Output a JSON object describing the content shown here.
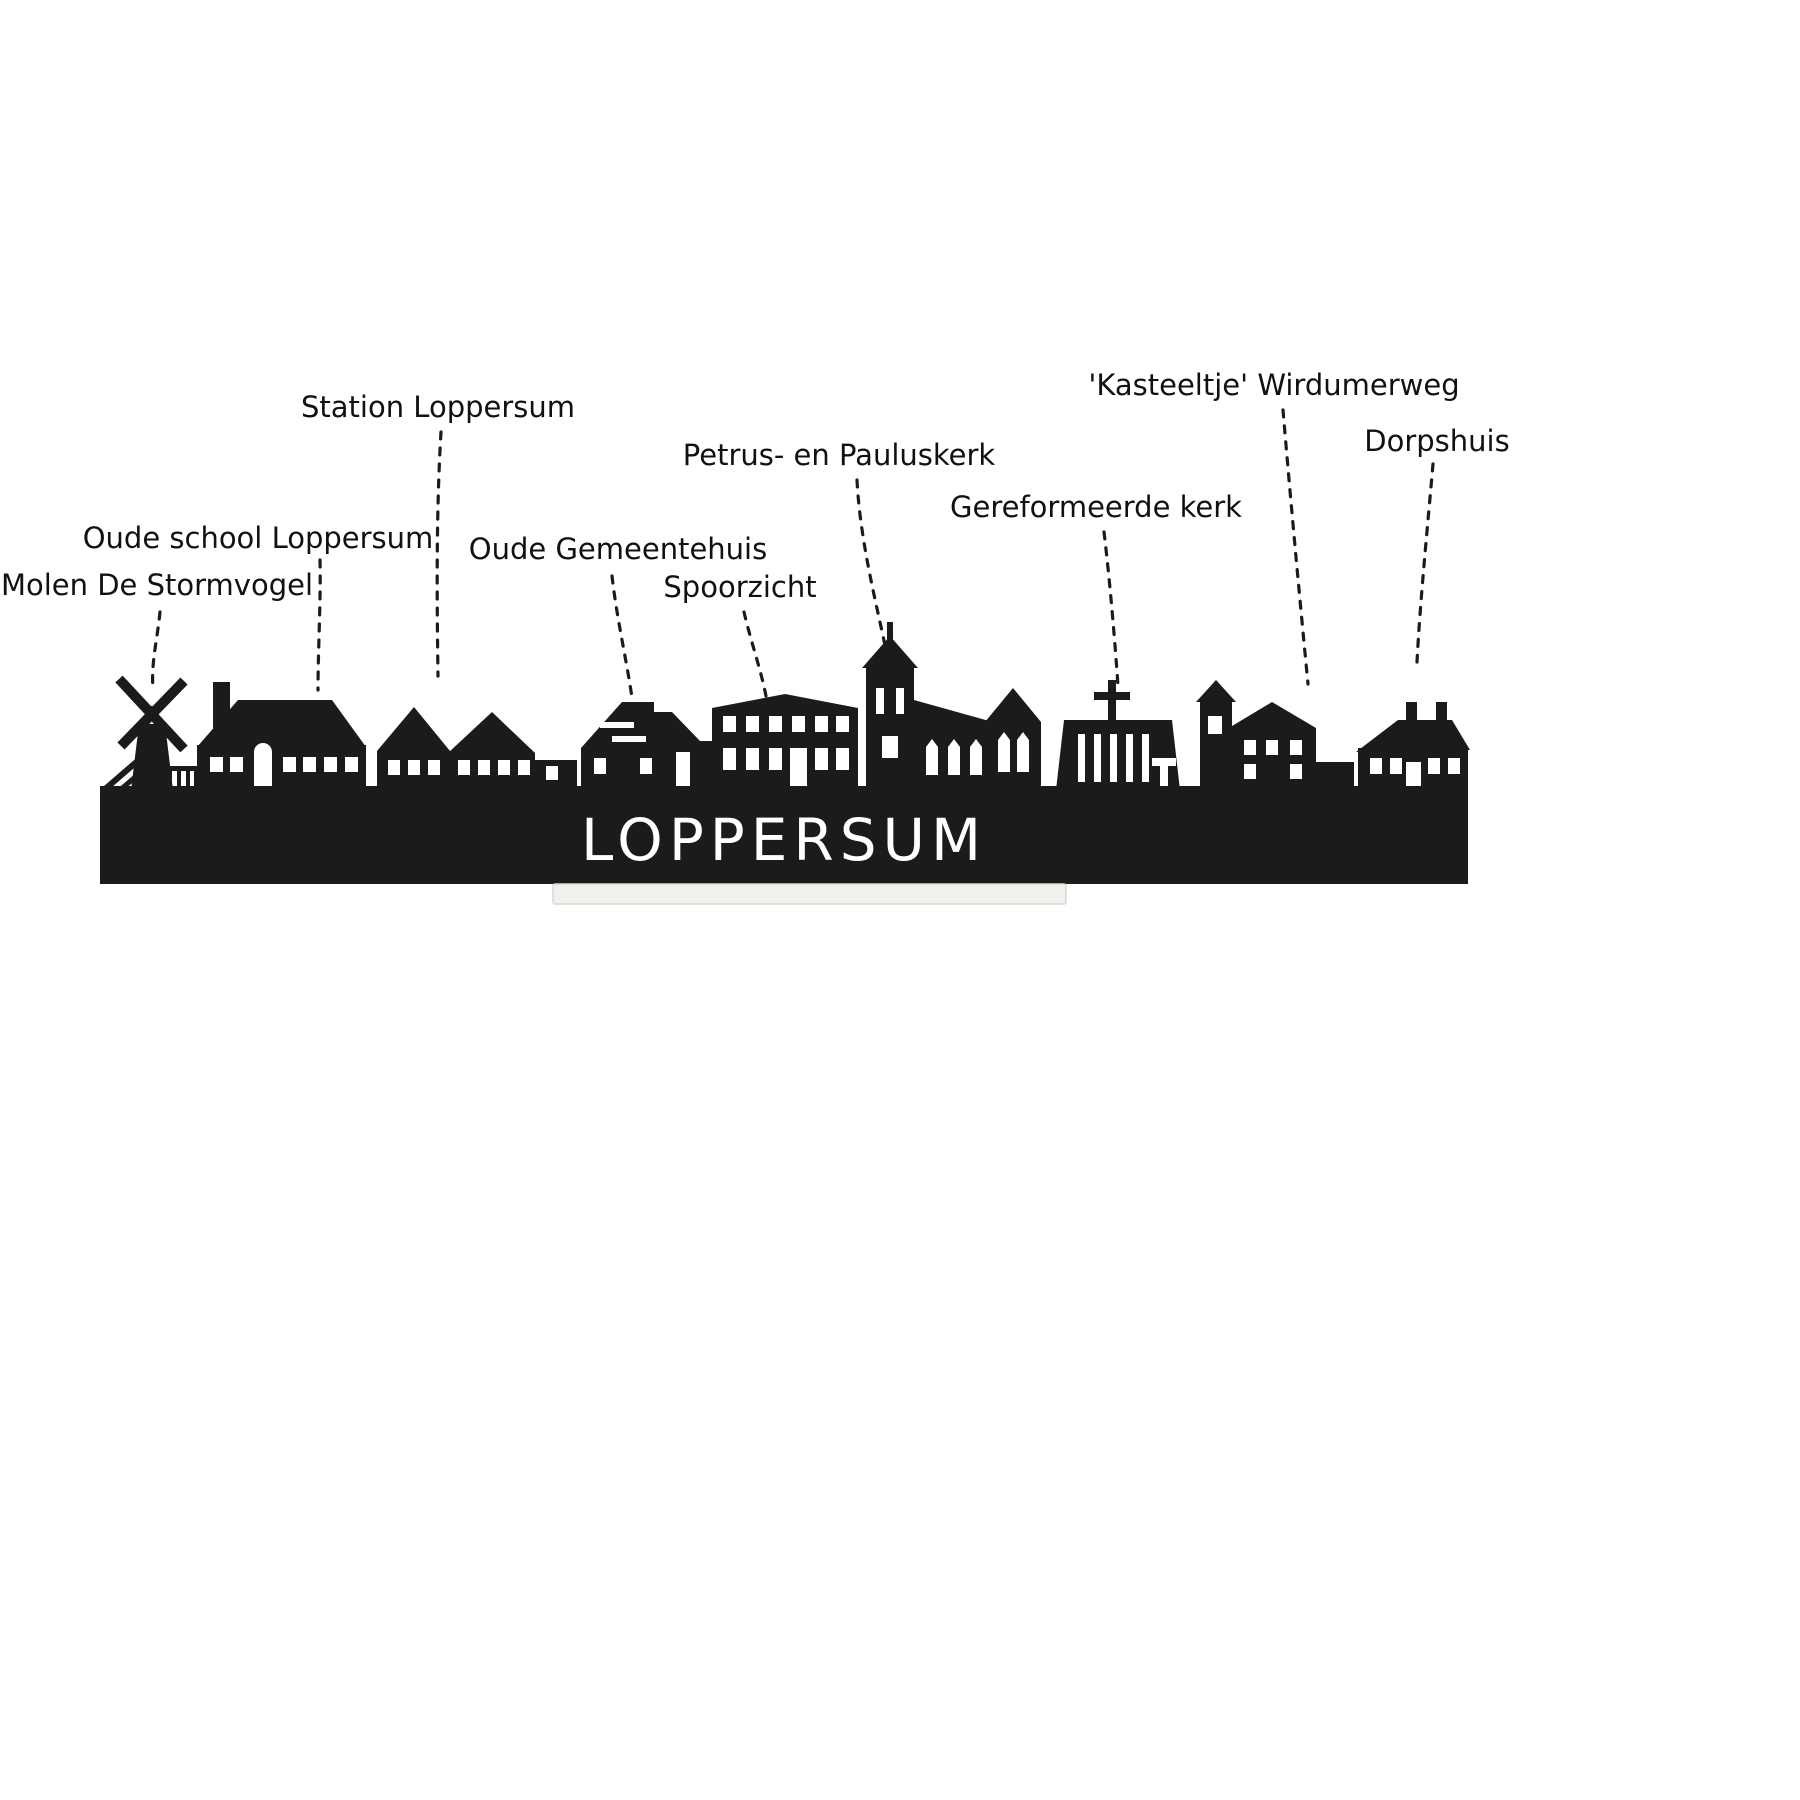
{
  "artwork": {
    "title": "LOPPERSUM",
    "colors": {
      "silhouette": "#1b1b1b",
      "background": "#ffffff",
      "stand": "#f2f0ed",
      "label_text": "#111111"
    },
    "labels": [
      {
        "id": "molen-de-stormvogel",
        "text": "Molen De Stormvogel"
      },
      {
        "id": "oude-school-loppersum",
        "text": "Oude school Loppersum"
      },
      {
        "id": "station-loppersum",
        "text": "Station Loppersum"
      },
      {
        "id": "oude-gemeentehuis",
        "text": "Oude Gemeentehuis"
      },
      {
        "id": "spoorzicht",
        "text": "Spoorzicht"
      },
      {
        "id": "petrus-en-pauluskerk",
        "text": "Petrus- en Pauluskerk"
      },
      {
        "id": "gereformeerde-kerk",
        "text": "Gereformeerde kerk"
      },
      {
        "id": "kasteeltje-wirdumerweg",
        "text": "'Kasteeltje' Wirdumerweg"
      },
      {
        "id": "dorpshuis",
        "text": "Dorpshuis"
      }
    ]
  }
}
